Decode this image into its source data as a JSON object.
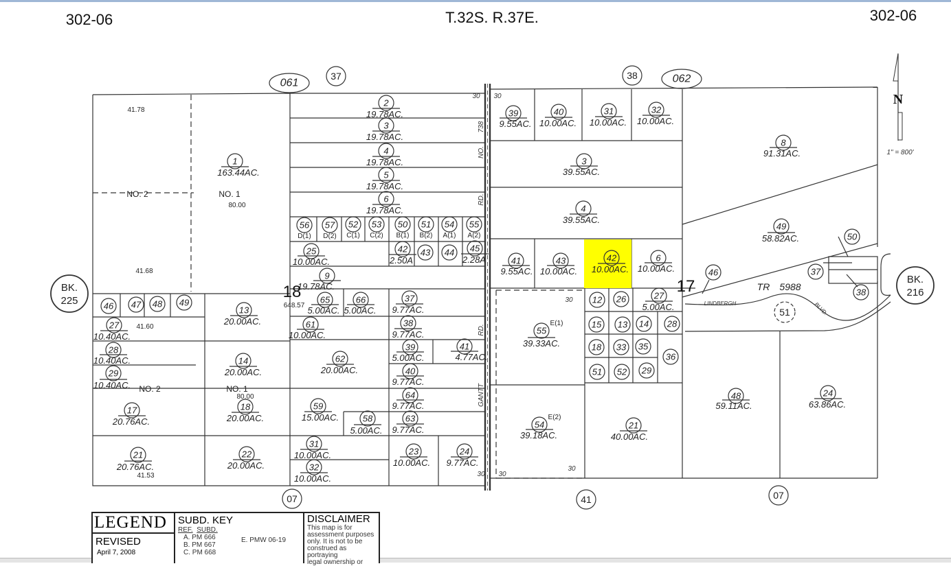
{
  "header": {
    "left_page": "302-06",
    "title": "T.32S. R.37E.",
    "right_page": "302-06"
  },
  "adjacent": {
    "top_left_page": "061",
    "top_left_section": "37",
    "top_right_section": "38",
    "top_right_page": "062",
    "left_book": "BK.",
    "left_book_no": "225",
    "right_book": "BK.",
    "right_book_no": "216",
    "bottom_left": "07",
    "bottom_mid": "41",
    "bottom_right": "07"
  },
  "sections": {
    "s18": "18",
    "s18_area": "648.57",
    "s17": "17"
  },
  "labels": {
    "w_41_78": "41.78",
    "no2_top": "NO. 2",
    "no1_top": "NO. 1",
    "no1_top_area": "80.00",
    "w_41_68": "41.68",
    "w_41_60": "41.60",
    "no2_bot": "NO. 2",
    "no1_bot": "NO. 1",
    "no1_bot_area": "80.00",
    "w_41_53": "41.53",
    "road_738": "738",
    "road_no": "NO.",
    "road_rd1": "RD.",
    "road_rd2": "RD.",
    "road_gantt": "GANTT",
    "w30_tl": "30",
    "w30_tr": "30",
    "w30_bl": "30",
    "w30_br": "30",
    "w30_e1": "30",
    "w30_e2": "30",
    "tract": "TR",
    "tract_no": "5988",
    "street": "LINDBERGH",
    "street_type": "BLVD.",
    "lot_51": "51"
  },
  "north_arrow": {
    "letter": "N",
    "scale": "1\" = 800'"
  },
  "highlight_color": "#ffff00",
  "parcels": [
    {
      "n": "1",
      "a": "163.44AC."
    },
    {
      "n": "46"
    },
    {
      "n": "47"
    },
    {
      "n": "48"
    },
    {
      "n": "49"
    },
    {
      "n": "13",
      "a": "20.00AC."
    },
    {
      "n": "27",
      "a": "10.40AC."
    },
    {
      "n": "28",
      "a": "10.40AC."
    },
    {
      "n": "29",
      "a": "10.40AC."
    },
    {
      "n": "14",
      "a": "20.00AC."
    },
    {
      "n": "18",
      "a": "20.00AC."
    },
    {
      "n": "17",
      "a": "20.76AC."
    },
    {
      "n": "21",
      "a": "20.76AC."
    },
    {
      "n": "22",
      "a": "20.00AC."
    },
    {
      "n": "2",
      "a": "19.78AC."
    },
    {
      "n": "3",
      "a": "19.78AC."
    },
    {
      "n": "4",
      "a": "19.78AC."
    },
    {
      "n": "5",
      "a": "19.78AC."
    },
    {
      "n": "6",
      "a": "19.78AC."
    },
    {
      "n": "56",
      "s": "D(1)"
    },
    {
      "n": "57",
      "s": "D(2)"
    },
    {
      "n": "52",
      "s": "C(1)"
    },
    {
      "n": "53",
      "s": "C(2)"
    },
    {
      "n": "50",
      "s": "B(1)"
    },
    {
      "n": "51",
      "s": "B(2)"
    },
    {
      "n": "54",
      "s": "A(1)"
    },
    {
      "n": "55",
      "s": "A(2)"
    },
    {
      "n": "25",
      "a": "10.00AC."
    },
    {
      "n": "42",
      "a": "2.50A"
    },
    {
      "n": "43"
    },
    {
      "n": "44"
    },
    {
      "n": "45",
      "a": "2.28A"
    },
    {
      "n": "9",
      "a": "19.78AC."
    },
    {
      "n": "65",
      "a": "5.00AC."
    },
    {
      "n": "66",
      "a": "5.00AC."
    },
    {
      "n": "37",
      "a": "9.77AC."
    },
    {
      "n": "61",
      "a": "10.00AC."
    },
    {
      "n": "38",
      "a": "9.77AC."
    },
    {
      "n": "62",
      "a": "20.00AC."
    },
    {
      "n": "39",
      "a": "5.00AC."
    },
    {
      "n": "41",
      "a": "4.77AC."
    },
    {
      "n": "40",
      "a": "9.77AC."
    },
    {
      "n": "64",
      "a": "9.77AC."
    },
    {
      "n": "63",
      "a": "9.77AC."
    },
    {
      "n": "59",
      "a": "15.00AC."
    },
    {
      "n": "58",
      "a": "5.00AC."
    },
    {
      "n": "31",
      "a": "10.00AC."
    },
    {
      "n": "32",
      "a": "10.00AC."
    },
    {
      "n": "23",
      "a": "10.00AC."
    },
    {
      "n": "24",
      "a": "9.77AC."
    },
    {
      "n": "39",
      "a": "9.55AC."
    },
    {
      "n": "40",
      "a": "10.00AC."
    },
    {
      "n": "31",
      "a": "10.00AC."
    },
    {
      "n": "32",
      "a": "10.00AC."
    },
    {
      "n": "3",
      "a": "39.55AC."
    },
    {
      "n": "4",
      "a": "39.55AC."
    },
    {
      "n": "41",
      "a": "9.55AC."
    },
    {
      "n": "43",
      "a": "10.00AC."
    },
    {
      "n": "42",
      "a": "10.00AC.",
      "highlighted": true
    },
    {
      "n": "6",
      "a": "10.00AC."
    },
    {
      "n": "55",
      "a": "39.33AC.",
      "e": "E(1)"
    },
    {
      "n": "54",
      "a": "39.18AC.",
      "e": "E(2)"
    },
    {
      "n": "12"
    },
    {
      "n": "26"
    },
    {
      "n": "27",
      "a": "5.00AC."
    },
    {
      "n": "15"
    },
    {
      "n": "13"
    },
    {
      "n": "14"
    },
    {
      "n": "28"
    },
    {
      "n": "18"
    },
    {
      "n": "33"
    },
    {
      "n": "35"
    },
    {
      "n": "36"
    },
    {
      "n": "51"
    },
    {
      "n": "52"
    },
    {
      "n": "29"
    },
    {
      "n": "21",
      "a": "40.00AC."
    },
    {
      "n": "8",
      "a": "91.31AC."
    },
    {
      "n": "49",
      "a": "58.82AC."
    },
    {
      "n": "46"
    },
    {
      "n": "50"
    },
    {
      "n": "37"
    },
    {
      "n": "38"
    },
    {
      "n": "48",
      "a": "59.11AC."
    },
    {
      "n": "24",
      "a": "63.86AC."
    }
  ],
  "legend": {
    "title": "LEGEND",
    "revised": "REVISED",
    "revised_date": "April 7, 2008",
    "subd_title": "SUBD. KEY",
    "ref_hdr": "REF.",
    "subd_hdr": "SUBD.",
    "rows": [
      "A.  PM 666",
      "B.  PM 667",
      "C.  PM 668"
    ],
    "row_e": "E.  PMW 06-19",
    "disclaimer_title": "DISCLAIMER",
    "disclaimer_lines": [
      "This map is for",
      "assessment purposes",
      "only. It is not to be",
      "construed as portraying",
      "legal ownership or"
    ]
  }
}
